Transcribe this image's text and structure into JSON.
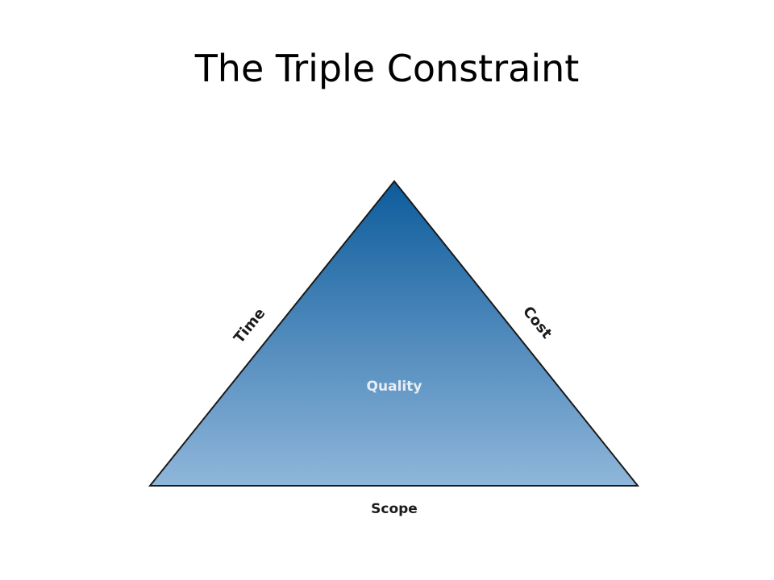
{
  "slide": {
    "title": "The Triple Constraint"
  },
  "diagram": {
    "edges": {
      "left": "Time",
      "right": "Cost",
      "bottom": "Scope"
    },
    "center": "Quality",
    "colors": {
      "fill_top": "#0d5c9c",
      "fill_bottom": "#8fb6da",
      "stroke": "#1a1a1a",
      "edge_label": "#1a1a1a",
      "center_label": "#e6edf5"
    }
  }
}
